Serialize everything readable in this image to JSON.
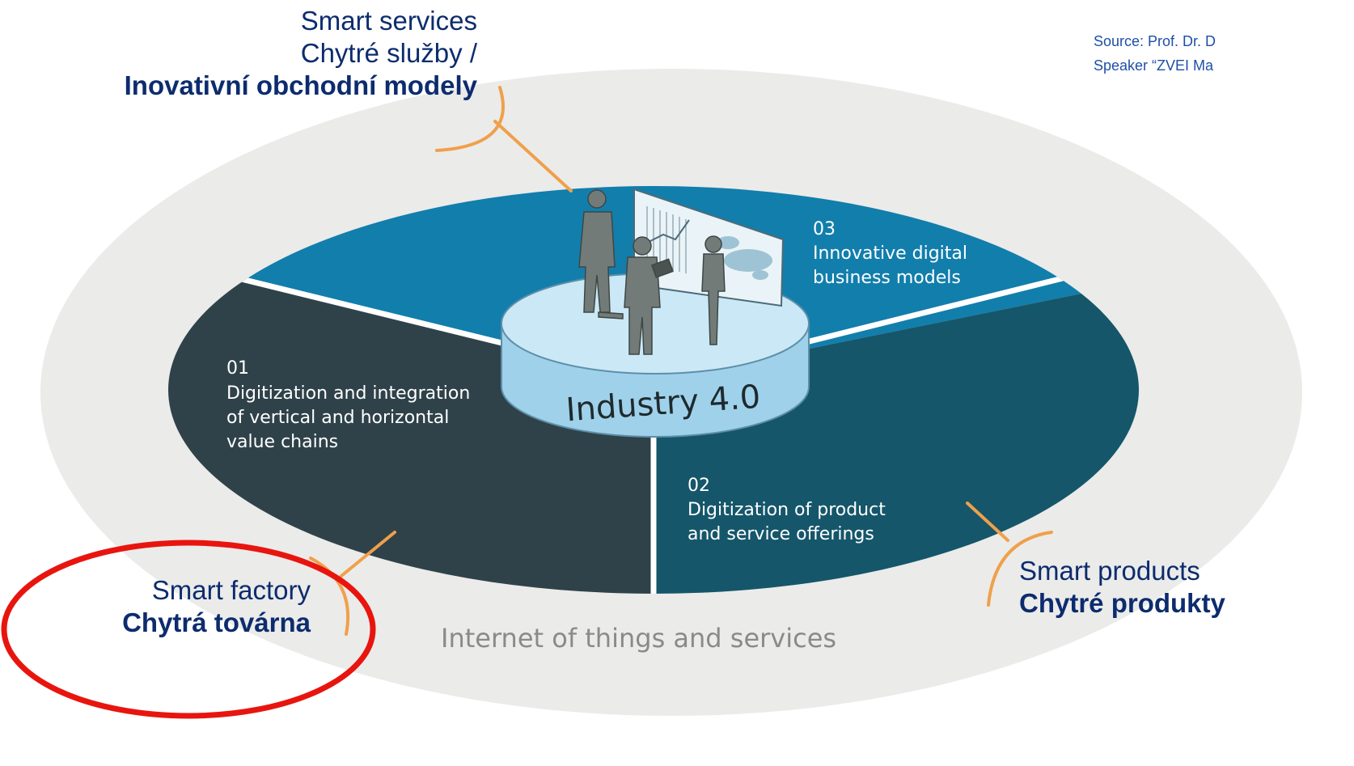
{
  "source": {
    "line1": "Source: Prof. Dr. D",
    "line2": "Speaker “ZVEI Ma"
  },
  "center": {
    "title": "Industry 4.0"
  },
  "segments": [
    {
      "number": "01",
      "lines": [
        "Digitization and integration",
        "of vertical and horizontal",
        "value chains"
      ]
    },
    {
      "number": "02",
      "lines": [
        "Digitization of product",
        "and service offerings"
      ]
    },
    {
      "number": "03",
      "lines": [
        "Innovative digital",
        "business models"
      ]
    }
  ],
  "outer_ring_label": "Internet of things and services",
  "callouts": {
    "services": {
      "line1": "Smart services",
      "line2": "Chytré služby /",
      "line3": "Inovativní obchodní modely"
    },
    "factory": {
      "line1": "Smart factory",
      "line2": "Chytrá továrna"
    },
    "products": {
      "line1": "Smart products",
      "line2": "Chytré produkty"
    }
  },
  "colors": {
    "outer_ring": "#ebebea",
    "segment_01": "#2f4249",
    "segment_02": "#15566a",
    "segment_03": "#127eac",
    "center_disc": "#a9d8ef",
    "callout_text": "#0d2c6e",
    "callout_arc": "#f0a04b",
    "highlight_ring": "#e8150f"
  },
  "icons": [
    "people-figures-icon",
    "presentation-screen-icon",
    "world-map-icon"
  ]
}
